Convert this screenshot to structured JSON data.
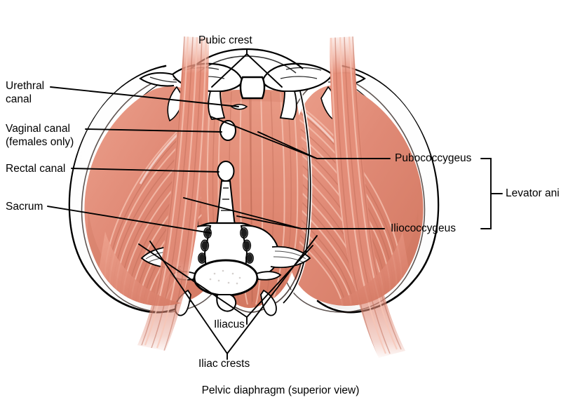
{
  "figure": {
    "caption": "Pelvic diaphragm (superior view)",
    "background_color": "#ffffff",
    "line_color": "#000000",
    "muscle_color": "#e08a76",
    "muscle_shadow_color": "#c9705c",
    "muscle_highlight_color": "#f2b4a2",
    "bone_color": "#ffffff"
  },
  "labels": {
    "pubic_crest": "Pubic crest",
    "urethral_canal": "Urethral\ncanal",
    "urethral_canal_line1": "Urethral",
    "urethral_canal_line2": "canal",
    "vaginal_canal_line1": "Vaginal canal",
    "vaginal_canal_line2": "(females only)",
    "rectal_canal": "Rectal canal",
    "sacrum": "Sacrum",
    "pubococcygeus": "Pubococcygeus",
    "iliococcygeus": "Iliococcygeus",
    "levator_ani": "Levator ani",
    "iliacus": "Iliacus",
    "iliac_crests": "Iliac crests"
  }
}
